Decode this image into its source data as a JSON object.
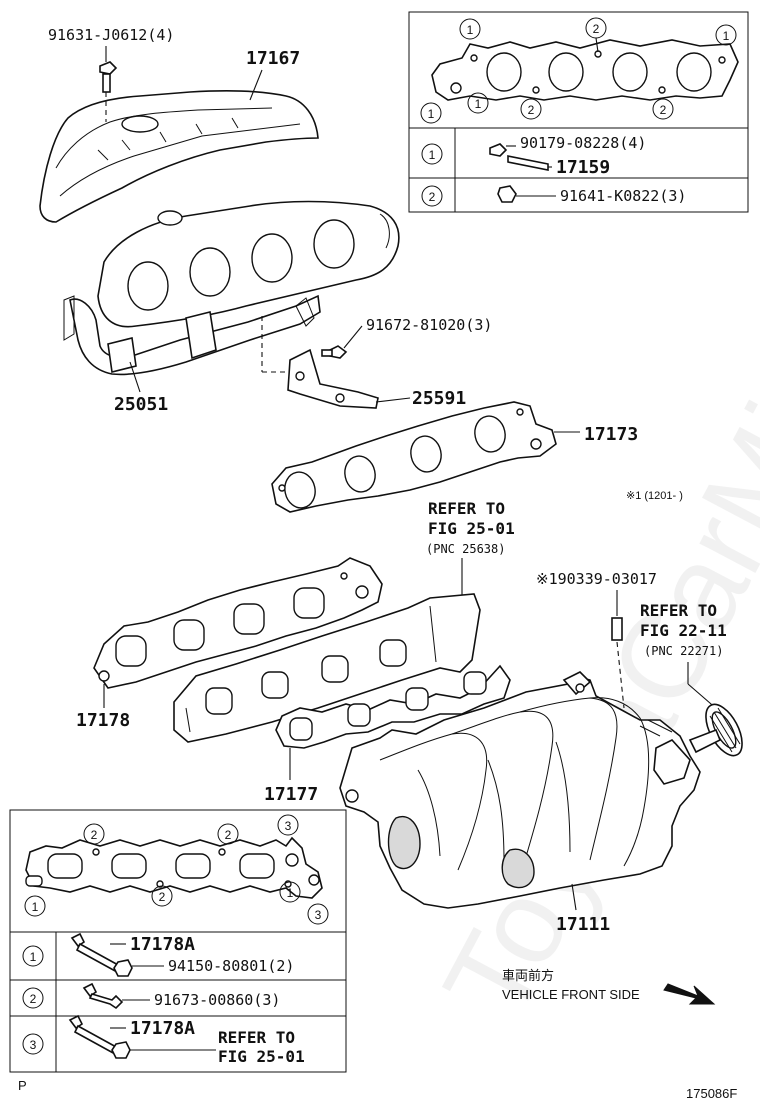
{
  "watermark": "ToyotaCarMine.ru",
  "labels": {
    "p_91631": "91631-J0612(4)",
    "p_17167": "17167",
    "p_25051": "25051",
    "p_91672": "91672-81020(3)",
    "p_25591": "25591",
    "p_17173": "17173",
    "p_note1": "※1 (1201-    )",
    "p_refer1_a": "REFER TO",
    "p_refer1_b": "FIG 25-01",
    "p_refer1_c": "(PNC 25638)",
    "p_90339": "※190339-03017",
    "p_refer2_a": "REFER TO",
    "p_refer2_b": "FIG 22-11",
    "p_refer2_c": "(PNC 22271)",
    "p_17178": "17178",
    "p_17177": "17177",
    "p_17111": "17111",
    "vehicle_front_jp": "車両前方",
    "vehicle_front_en": "VEHICLE FRONT SIDE",
    "corner_p": "P",
    "figure_id": "175086F"
  },
  "top_table": {
    "markers": [
      "1",
      "2"
    ],
    "gasket_callouts": [
      "1",
      "2",
      "1",
      "1",
      "1",
      "2",
      "2"
    ],
    "rows": [
      {
        "marker": "1",
        "line1": "90179-08228(4)",
        "line2": "17159"
      },
      {
        "marker": "2",
        "line1": "91641-K0822(3)"
      }
    ]
  },
  "bottom_table": {
    "gasket_callouts": [
      "2",
      "2",
      "3",
      "1",
      "2",
      "1",
      "3"
    ],
    "rows": [
      {
        "marker": "1",
        "line1": "17178A",
        "line2": "94150-80801(2)"
      },
      {
        "marker": "2",
        "line1": "91673-00860(3)"
      },
      {
        "marker": "3",
        "line1": "17178A",
        "ref_a": "REFER TO",
        "ref_b": "FIG 25-01"
      }
    ]
  }
}
